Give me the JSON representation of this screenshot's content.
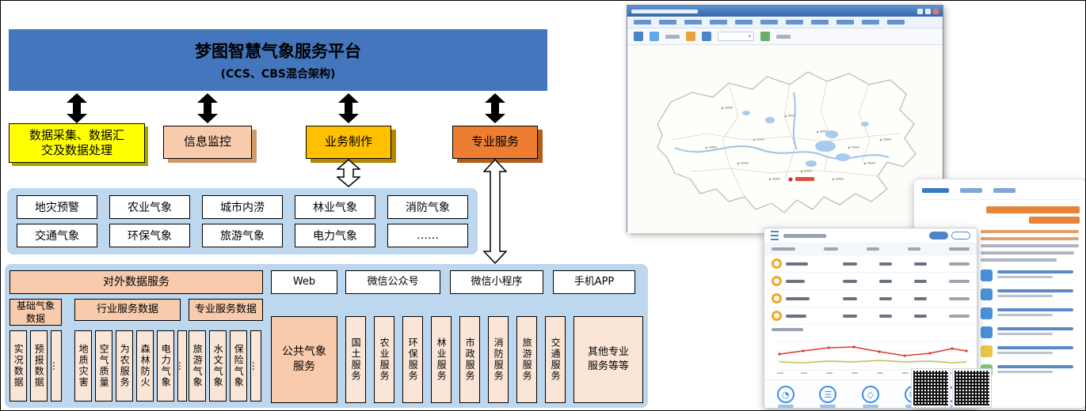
{
  "diagram": {
    "banner": {
      "title": "梦图智慧气象服务平台",
      "subtitle": "(CCS、CBS混合架构)"
    },
    "tiers": [
      {
        "label": "数据采集、数据汇\n交及数据处理",
        "color": "#FFFF00"
      },
      {
        "label": "信息监控",
        "color": "#F8CBAD"
      },
      {
        "label": "业务制作",
        "color": "#FFC000"
      },
      {
        "label": "专业服务",
        "color": "#ED7D31"
      }
    ],
    "service_matrix": {
      "row1": [
        "地灾预警",
        "农业气象",
        "城市内涝",
        "林业气象",
        "消防气象"
      ],
      "row2": [
        "交通气象",
        "环保气象",
        "旅游气象",
        "电力气象",
        "……"
      ]
    },
    "delivery": {
      "external": "对外数据服务",
      "channels": [
        "Web",
        "微信公众号",
        "微信小程序",
        "手机APP"
      ],
      "groups": [
        {
          "label": "基础气象\n数据",
          "items": [
            "实况数据",
            "预报数据",
            "…"
          ]
        },
        {
          "label": "行业服务数据",
          "items": [
            "地质灾害",
            "空气质量",
            "为农服务",
            "森林防火",
            "电力气象",
            "…"
          ]
        },
        {
          "label": "专业服务数据",
          "items": [
            "旅游气象",
            "水文气象",
            "保险气象",
            "…"
          ]
        }
      ],
      "public_service": "公共气象\n服务",
      "services": [
        "国土服务",
        "农业服务",
        "环保服务",
        "林业服务",
        "市政服务",
        "消防服务",
        "旅游服务",
        "交通服务"
      ],
      "other": "其他专业\n服务等等"
    },
    "container_color": "#BDD7EE",
    "banner_color": "#4476BE"
  },
  "screens": {
    "map_window": {
      "titlebar_color": "#3A6EA5",
      "accent_color": "#4C84C8",
      "marker_color": "#D93025"
    },
    "app": {
      "accent_color": "#3E8EDE",
      "gauge_color": "#F5A623",
      "line_colors": [
        "#D93A32",
        "#C9BF4F"
      ],
      "nav_glyphs": [
        "◔",
        "☰",
        "◇",
        "✉",
        "⌂"
      ]
    },
    "panel": {
      "link_color": "#3B78C3",
      "heading_color": "#E8833A",
      "icon_colors": [
        "#4A90D9",
        "#4A90D9",
        "#4A90D9",
        "#4A90D9",
        "#E8C547",
        "#7BC67B"
      ]
    }
  }
}
